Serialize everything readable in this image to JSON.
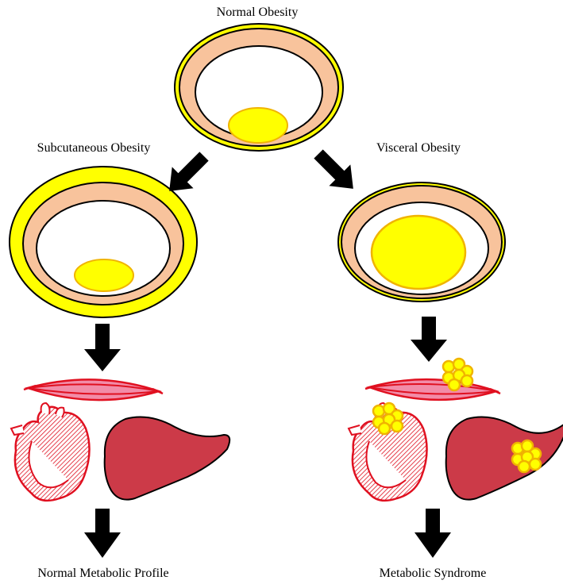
{
  "labels": {
    "normal_obesity": "Normal Obesity",
    "subcutaneous_obesity": "Subcutaneous Obesity",
    "visceral_obesity": "Visceral Obesity",
    "normal_metabolic_profile": "Normal Metabolic Profile",
    "metabolic_syndrome": "Metabolic Syndrome"
  },
  "colors": {
    "subcutaneous_fat": "#ffff00",
    "muscle_layer": "#f8c39c",
    "cavity": "#ffffff",
    "visceral_fat": "#ffff00",
    "fat_outline": "#f0b400",
    "muscle_fibre": "#f28ca8",
    "organ_red": "#e01020",
    "liver": "#cc3a48",
    "arrow": "#000000"
  }
}
